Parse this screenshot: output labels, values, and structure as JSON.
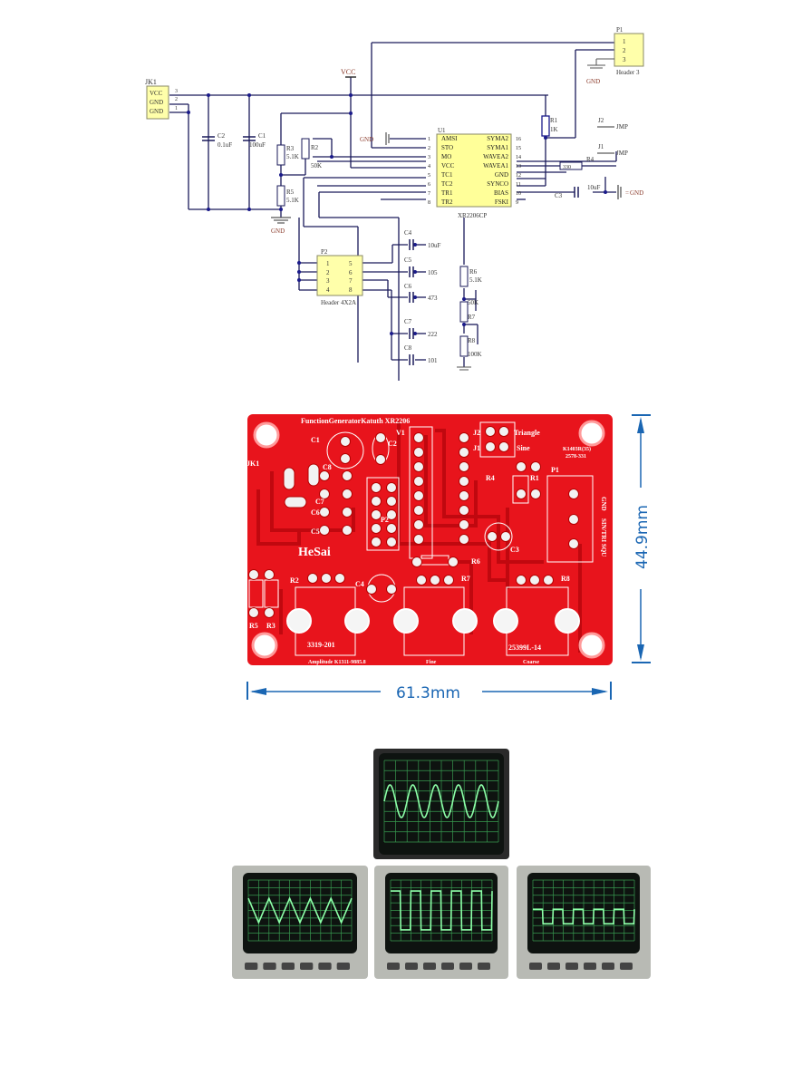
{
  "schematic": {
    "jk1": {
      "ref": "JK1",
      "pins": [
        "VCC",
        "GND",
        "GND"
      ],
      "pin_numbers": [
        "3",
        "2",
        "1"
      ]
    },
    "vcc_label": "VCC",
    "gnd_label": "GND",
    "c2": {
      "ref": "C2",
      "value": "0.1uF"
    },
    "c1": {
      "ref": "C1",
      "value": "100uF"
    },
    "r3": {
      "ref": "R3",
      "value": "5.1K"
    },
    "r2": {
      "ref": "R2",
      "value": "50K"
    },
    "r5": {
      "ref": "R5",
      "value": "5.1K"
    },
    "r1": {
      "ref": "R1",
      "value": "1K"
    },
    "r4": {
      "ref": "R4",
      "value": "330"
    },
    "r6": {
      "ref": "R6",
      "value": "5.1K"
    },
    "r7": {
      "ref": "R7",
      "value": "50K"
    },
    "r8": {
      "ref": "R8",
      "value": "100K"
    },
    "c3": {
      "ref": "C3",
      "value": "10uF"
    },
    "c4": {
      "ref": "C4",
      "value": "10uF"
    },
    "c5": {
      "ref": "C5",
      "value": "105"
    },
    "c6": {
      "ref": "C6",
      "value": "473"
    },
    "c7": {
      "ref": "C7",
      "value": "222"
    },
    "c8": {
      "ref": "C8",
      "value": "101"
    },
    "j1": {
      "ref": "J1",
      "value": "JMP"
    },
    "j2": {
      "ref": "J2",
      "value": "JMP"
    },
    "p1": {
      "ref": "P1",
      "name": "Header 3",
      "pins": [
        "1",
        "2",
        "3"
      ]
    },
    "p2": {
      "ref": "P2",
      "name": "Header 4X2A",
      "left_pins": [
        "1",
        "2",
        "3",
        "4"
      ],
      "right_pins": [
        "5",
        "6",
        "7",
        "8"
      ]
    },
    "u1": {
      "ref": "U1",
      "part": "XR2206CP",
      "left_pins": [
        {
          "num": "1",
          "name": "AMSI"
        },
        {
          "num": "2",
          "name": "STO"
        },
        {
          "num": "3",
          "name": "MO"
        },
        {
          "num": "4",
          "name": "VCC"
        },
        {
          "num": "5",
          "name": "TC1"
        },
        {
          "num": "6",
          "name": "TC2"
        },
        {
          "num": "7",
          "name": "TR1"
        },
        {
          "num": "8",
          "name": "TR2"
        }
      ],
      "right_pins": [
        {
          "num": "16",
          "name": "SYMA2"
        },
        {
          "num": "15",
          "name": "SYMA1"
        },
        {
          "num": "14",
          "name": "WAVEA2"
        },
        {
          "num": "13",
          "name": "WAVEA1"
        },
        {
          "num": "12",
          "name": "GND"
        },
        {
          "num": "11",
          "name": "SYNCO"
        },
        {
          "num": "10",
          "name": "BIAS"
        },
        {
          "num": "9",
          "name": "FSKI"
        }
      ]
    },
    "gnd_right_label": "GND"
  },
  "pcb": {
    "title": "FunctionGeneratorKatuth XR2206",
    "brand": "HeSai",
    "labels": {
      "c1": "C1",
      "c2": "C2",
      "v1": "V1",
      "jk1": "JK1",
      "c8": "C8",
      "c7": "C7",
      "c6": "C6",
      "c5": "C5",
      "p2": "P2",
      "j2": "J2",
      "j1": "J1",
      "triangle": "Triangle",
      "sine": "Sine",
      "r4": "R4",
      "r1": "R1",
      "p1": "P1",
      "part_no_1": "K1403R(35)",
      "part_no_2": "2578-331",
      "c3": "C3",
      "r6": "R6",
      "r7": "R7",
      "r8": "R8",
      "r2": "R2",
      "c4": "C4",
      "r5": "R5",
      "r3": "R3",
      "pot1": "3319-201",
      "pot2": "25399L-14",
      "amplitude": "Amplitude K1311-9885.8",
      "fine": "Fine",
      "coarse": "Coarse",
      "gnd": "GND",
      "out": "SIN/TRI SQU"
    },
    "width_dim": "61.3mm",
    "height_dim": "44.9mm"
  },
  "scopes": [
    {
      "waveform": "sine"
    },
    {
      "waveform": "triangle"
    },
    {
      "waveform": "square"
    },
    {
      "waveform": "square-small"
    }
  ],
  "colors": {
    "pcb": "#e8141c",
    "dim_blue": "#1a66b3",
    "trace_green": "#7dff9a",
    "ic_fill": "#ffff99"
  }
}
